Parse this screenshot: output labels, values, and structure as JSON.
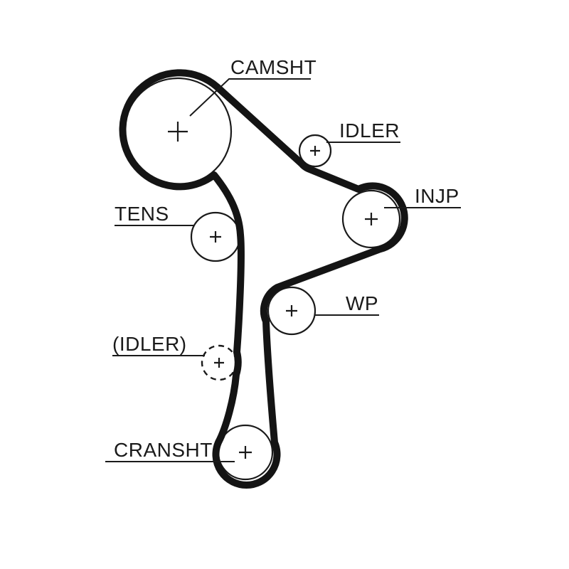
{
  "labels": {
    "camshaft": "CAMSHT",
    "idler": "IDLER",
    "injection_pump": "INJP",
    "tensioner": "TENS",
    "water_pump": "WP",
    "optional_idler": "(IDLER)",
    "crankshaft": "CRANSHT"
  },
  "marks": {
    "pulley_center_symbol": "+"
  },
  "colors": {
    "ink": "#1a1a1a",
    "belt": "#141414",
    "background": "#ffffff"
  }
}
